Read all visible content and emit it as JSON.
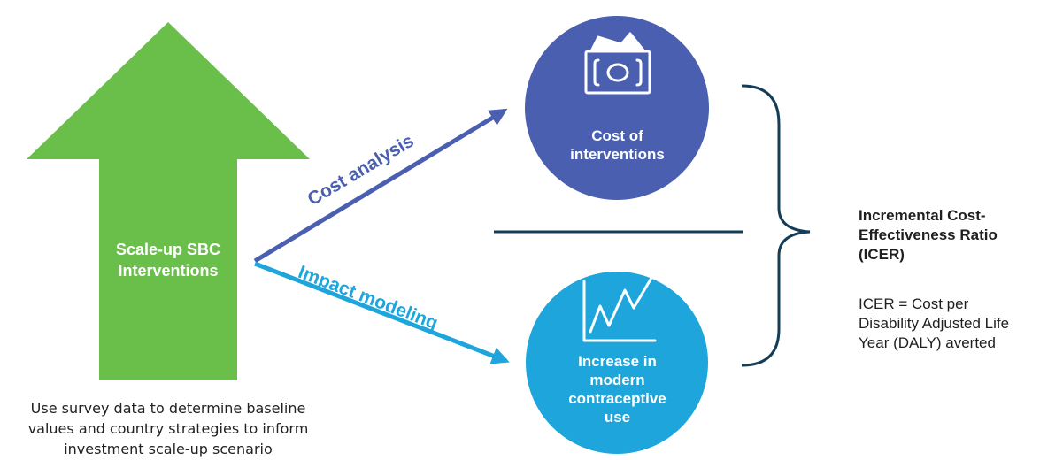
{
  "colors": {
    "green": "#6abf4b",
    "cost_arrow": "#4a5fb0",
    "impact_arrow": "#1ea6dc",
    "cost_circle": "#4a5fb0",
    "impact_circle": "#1ea6dc",
    "bracket": "#163d57",
    "text_dark": "#1f1f1f"
  },
  "up_arrow": {
    "line1": "Scale-up SBC",
    "line2": "Interventions"
  },
  "caption": {
    "line1": "Use survey data to determine baseline",
    "line2": "values and country strategies to inform",
    "line3": "investment scale-up scenario"
  },
  "cost_arrow": {
    "label": "Cost analysis"
  },
  "impact_arrow": {
    "label": "Impact modeling"
  },
  "cost_circle": {
    "icon": "money-icon",
    "line1": "Cost of",
    "line2": "interventions"
  },
  "impact_circle": {
    "icon": "trend-up-icon",
    "line1": "Increase in",
    "line2": "modern",
    "line3": "contraceptive",
    "line4": "use"
  },
  "icer": {
    "title_line1": "Incremental Cost-",
    "title_line2": "Effectiveness Ratio",
    "title_line3": "(ICER)",
    "def_line1": "ICER = Cost per",
    "def_line2": "Disability Adjusted Life",
    "def_line3": "Year (DALY) averted"
  }
}
